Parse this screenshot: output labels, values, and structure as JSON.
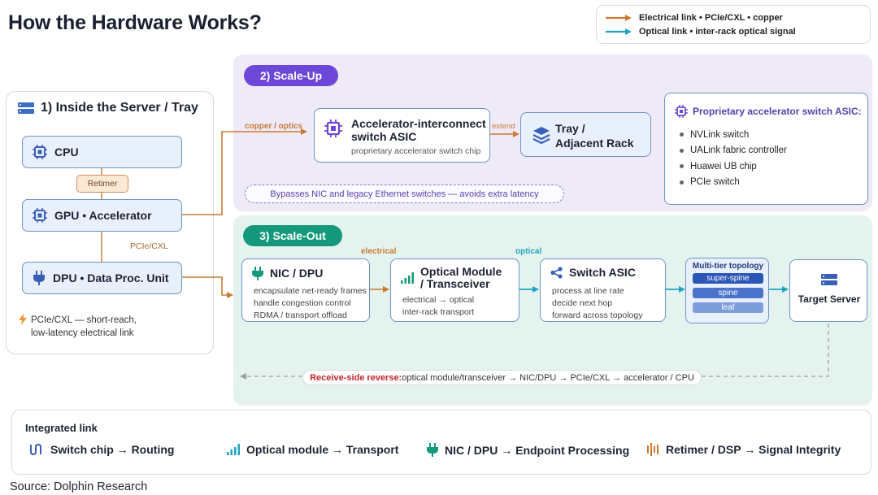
{
  "title": "How the Hardware Works?",
  "legend": {
    "electrical": "Electrical link • PCIe/CXL • copper",
    "optical": "Optical link • inter-rack optical signal"
  },
  "server": {
    "heading": "1) Inside the Server / Tray",
    "cpu": "CPU",
    "retimer": "Retimer",
    "gpu": "GPU • Accelerator",
    "pcie_label": "PCIe/CXL",
    "dpu": "DPU • Data Proc. Unit",
    "note_line1": "PCIe/CXL — short-reach,",
    "note_line2": "low-latency electrical link"
  },
  "scale_up": {
    "label": "2) Scale-Up",
    "link_label": "copper / optics",
    "switch_title_1": "Accelerator-interconnect",
    "switch_title_2": "switch ASIC",
    "switch_sub": "proprietary accelerator switch chip",
    "extend_label": "extend",
    "tray_1": "Tray /",
    "tray_2": "Adjacent Rack",
    "bypass_note": "Bypasses NIC and legacy Ethernet switches — avoids extra latency",
    "asic_heading": "Proprietary accelerator switch ASIC:",
    "asic_items": [
      "NVLink switch",
      "UALink fabric controller",
      "Huawei UB chip",
      "PCIe switch"
    ]
  },
  "scale_out": {
    "label": "3) Scale-Out",
    "electrical_label": "electrical",
    "optical_label": "optical",
    "nic": {
      "title": "NIC / DPU",
      "items": [
        "encapsulate net-ready frames",
        "handle congestion control",
        "RDMA / transport offload"
      ]
    },
    "optical_module": {
      "title_1": "Optical Module",
      "title_2": "/ Transceiver",
      "items": [
        "electrical → optical",
        "inter-rack transport"
      ]
    },
    "switch": {
      "title": "Switch ASIC",
      "items": [
        "process at line rate",
        "decide next hop",
        "forward across topology"
      ]
    },
    "topology": {
      "heading": "Multi-tier topology",
      "tiers": [
        "super-spine",
        "spine",
        "leaf"
      ]
    },
    "target": "Target Server",
    "receive_bold": "Receive-side reverse:",
    "receive_text": " optical module/transceiver → NIC/DPU → PCIe/CXL → accelerator / CPU"
  },
  "integrated": {
    "heading": "Integrated link",
    "items": [
      "Switch chip → Routing",
      "Optical module → Transport",
      "NIC / DPU → Endpoint Processing",
      "Retimer / DSP → Signal Integrity"
    ]
  },
  "source": "Source: Dolphin Research",
  "colors": {
    "electrical": "#c97a33",
    "optical": "#1fa3c2",
    "scale_up_accent": "#6d47d8",
    "scale_out_accent": "#15997a",
    "chip_blue": "#3a5fb8"
  }
}
